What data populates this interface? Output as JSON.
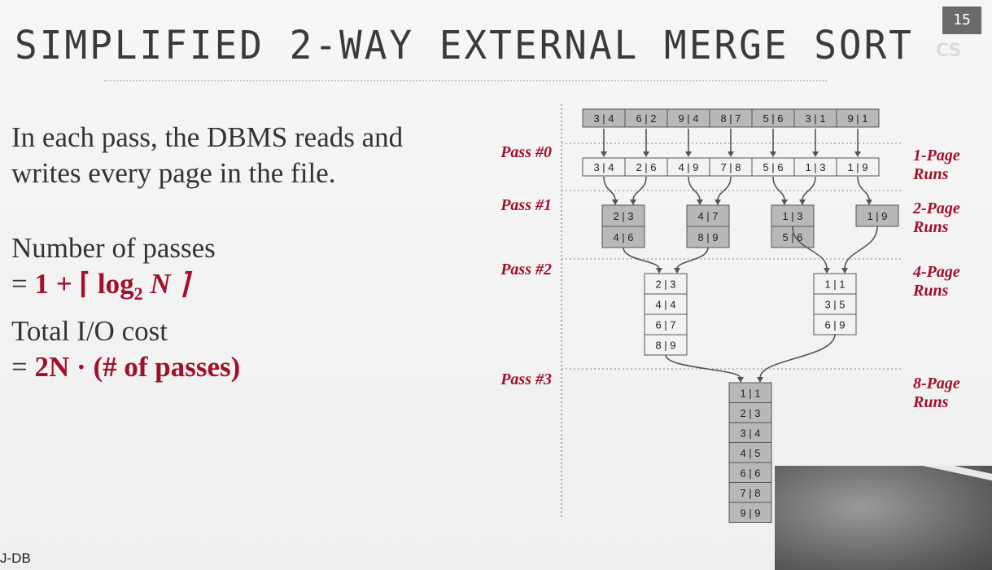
{
  "slide": {
    "title": "SIMPLIFIED 2-WAY EXTERNAL MERGE SORT",
    "page_number": "15",
    "logo": "CS",
    "footer": "J-DB"
  },
  "body": {
    "line1": "In each pass, the DBMS reads and",
    "line2": "writes every page in the file.",
    "passes_label": "Number of passes",
    "passes_formula_prefix": "= ",
    "passes_formula": "1 + ⌈ log",
    "passes_sub": "2",
    "passes_formula_end": " N ⌉",
    "io_label": "Total I/O cost",
    "io_formula_prefix": "= ",
    "io_formula": "2N · (# of passes)"
  },
  "diagram": {
    "pass_labels": [
      "Pass #0",
      "Pass #1",
      "Pass #2",
      "Pass #3"
    ],
    "run_labels": [
      [
        "1-Page",
        "Runs"
      ],
      [
        "2-Page",
        "Runs"
      ],
      [
        "4-Page",
        "Runs"
      ],
      [
        "8-Page",
        "Runs"
      ]
    ],
    "input_pages": [
      "3|4",
      "6|2",
      "9|4",
      "8|7",
      "5|6",
      "3|1",
      "9|1"
    ],
    "pass0_pages": [
      "3|4",
      "2|6",
      "4|9",
      "7|8",
      "5|6",
      "1|3",
      "1|9"
    ],
    "pass1_runs": [
      [
        "2|3",
        "4|6"
      ],
      [
        "4|7",
        "8|9"
      ],
      [
        "1|3",
        "5|6"
      ],
      [
        "1|9"
      ]
    ],
    "pass2_runs": [
      [
        "2|3",
        "4|4",
        "6|7",
        "8|9"
      ],
      [
        "1|1",
        "3|5",
        "6|9"
      ]
    ],
    "pass3_run": [
      "1|1",
      "2|3",
      "3|4",
      "4|5",
      "6|6",
      "7|8",
      "9|9"
    ]
  },
  "colors": {
    "accent": "#a0102a",
    "title_text": "#3a3a3a",
    "gray_page": "#b8b8b8",
    "white_page": "#f2f2f2"
  }
}
